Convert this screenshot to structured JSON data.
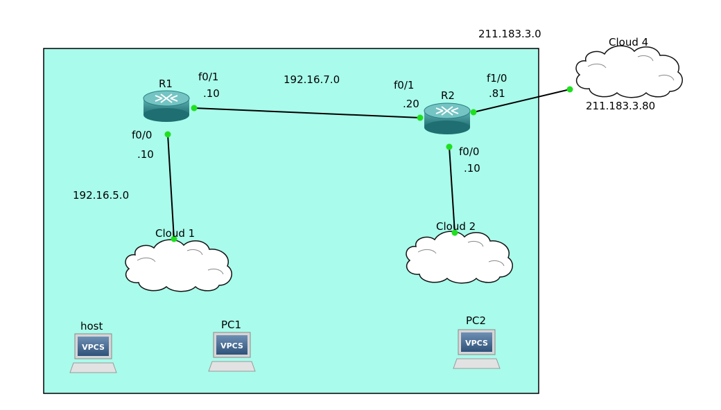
{
  "labels": {
    "net_top": "211.183.3.0",
    "cloud4": "Cloud 4",
    "cloud4_ip": "211.183.3.80",
    "r1": "R1",
    "r1_f01": "f0/1",
    "r1_f01_ip": ".10",
    "r1_f00": "f0/0",
    "r1_f00_ip": ".10",
    "net_mid": "192.16.7.0",
    "r2": "R2",
    "r2_f01": "f0/1",
    "r2_f01_ip": ".20",
    "r2_f10": "f1/0",
    "r2_f10_ip": ".81",
    "r2_f00": "f0/0",
    "r2_f00_ip": ".10",
    "net_left": "192.16.5.0",
    "cloud1": "Cloud 1",
    "cloud2": "Cloud 2",
    "host": "host",
    "pc1": "PC1",
    "pc2": "PC2",
    "vpcs": "VPCS"
  },
  "colors": {
    "background_area": "#a9fbeb",
    "router": "#2f8a8a",
    "link_dot": "#1fe01f",
    "cloud_fill": "#ffffff",
    "vpcs_screen": "#3b5f86"
  },
  "icons": {
    "router": "router-icon",
    "cloud": "cloud-icon",
    "pc": "vpcs-pc-icon"
  }
}
